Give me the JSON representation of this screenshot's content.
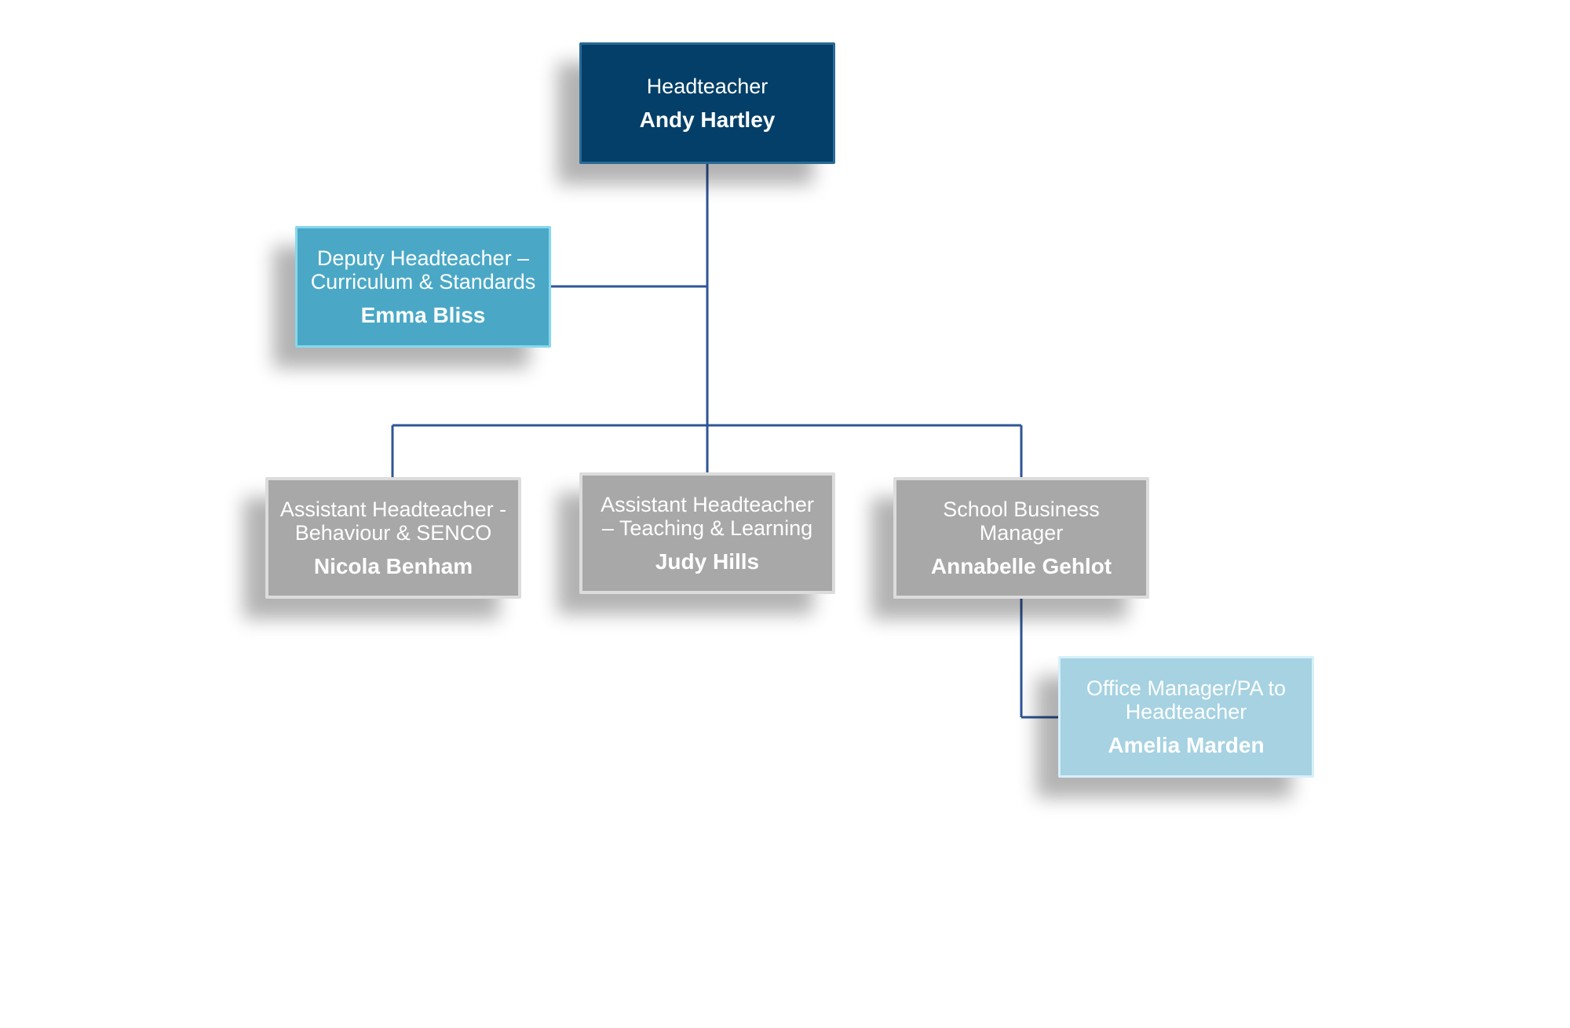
{
  "colors": {
    "connector": "#2f5597",
    "headteacher": "#033f68",
    "deputy": "#4aa8c6",
    "assistant": "#a8a8a8",
    "office": "#a6d2e2"
  },
  "nodes": {
    "headteacher": {
      "role": "Headteacher",
      "name": "Andy Hartley"
    },
    "deputy": {
      "role": "Deputy Headteacher – Curriculum & Standards",
      "name": "Emma Bliss"
    },
    "assistant_behaviour": {
      "role": "Assistant Headteacher - Behaviour & SENCO",
      "name": "Nicola Benham"
    },
    "assistant_teaching": {
      "role": "Assistant Headteacher – Teaching & Learning",
      "name": "Judy Hills"
    },
    "business_manager": {
      "role": "School Business Manager",
      "name": "Annabelle Gehlot"
    },
    "office_manager": {
      "role": "Office Manager/PA to Headteacher",
      "name": "Amelia Marden"
    }
  }
}
